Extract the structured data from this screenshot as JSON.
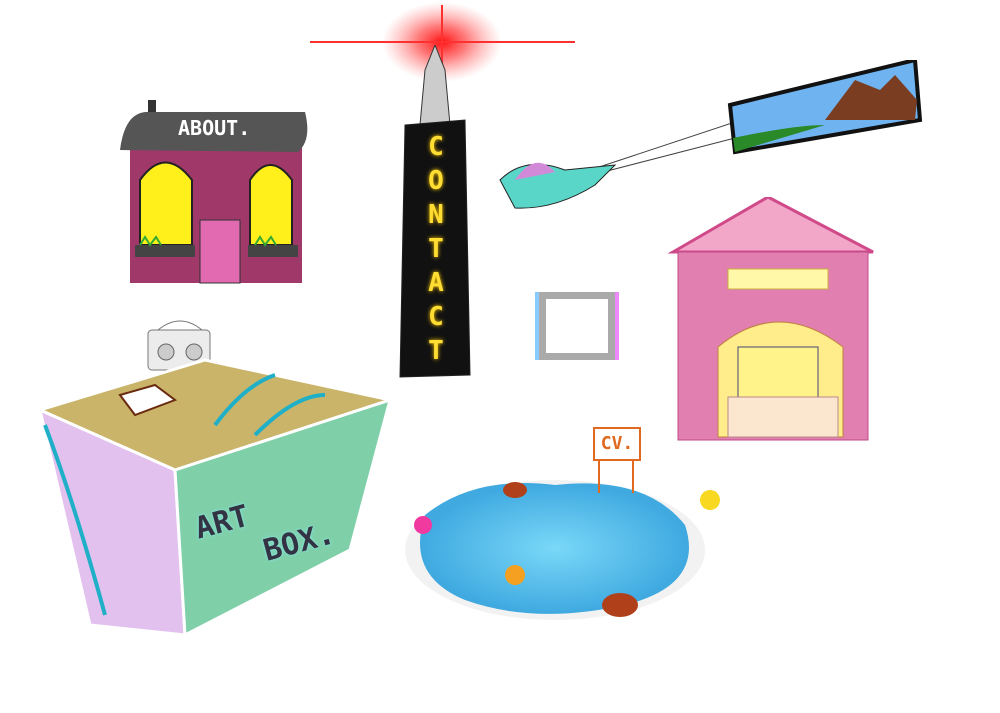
{
  "about": {
    "label": "ABOUT."
  },
  "contact": {
    "label": "CONTACT"
  },
  "artbox": {
    "line1": "ART",
    "line2": "BOX."
  },
  "cv": {
    "label": "CV."
  },
  "colors": {
    "accent_red": "#ff2020",
    "box_top": "#c9b46a",
    "box_right": "#7fcfa9",
    "box_left": "#e2c1ef",
    "pond": "#5cc8f0",
    "house_wall": "#a0386a",
    "museum": "#e07fb0"
  }
}
